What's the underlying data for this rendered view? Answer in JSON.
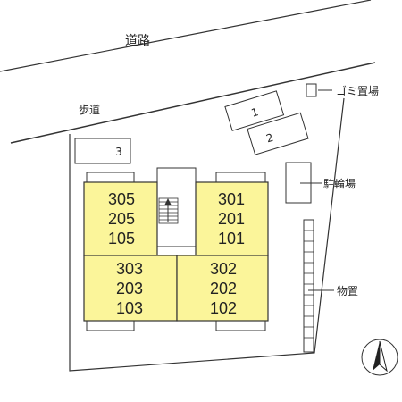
{
  "labels": {
    "road": "道路",
    "sidewalk": "歩道",
    "garbage": "ゴミ置場",
    "bicycle_parking": "駐輪場",
    "storage": "物置"
  },
  "parking": [
    "1",
    "2",
    "3"
  ],
  "units": {
    "block_nw": [
      "305",
      "205",
      "105"
    ],
    "block_ne": [
      "301",
      "201",
      "101"
    ],
    "block_sw": [
      "303",
      "203",
      "103"
    ],
    "block_se": [
      "302",
      "202",
      "102"
    ]
  },
  "colors": {
    "building_fill": "#fbf59a",
    "line": "#333333",
    "background": "#ffffff"
  },
  "compass_icon": "north-arrow-icon"
}
